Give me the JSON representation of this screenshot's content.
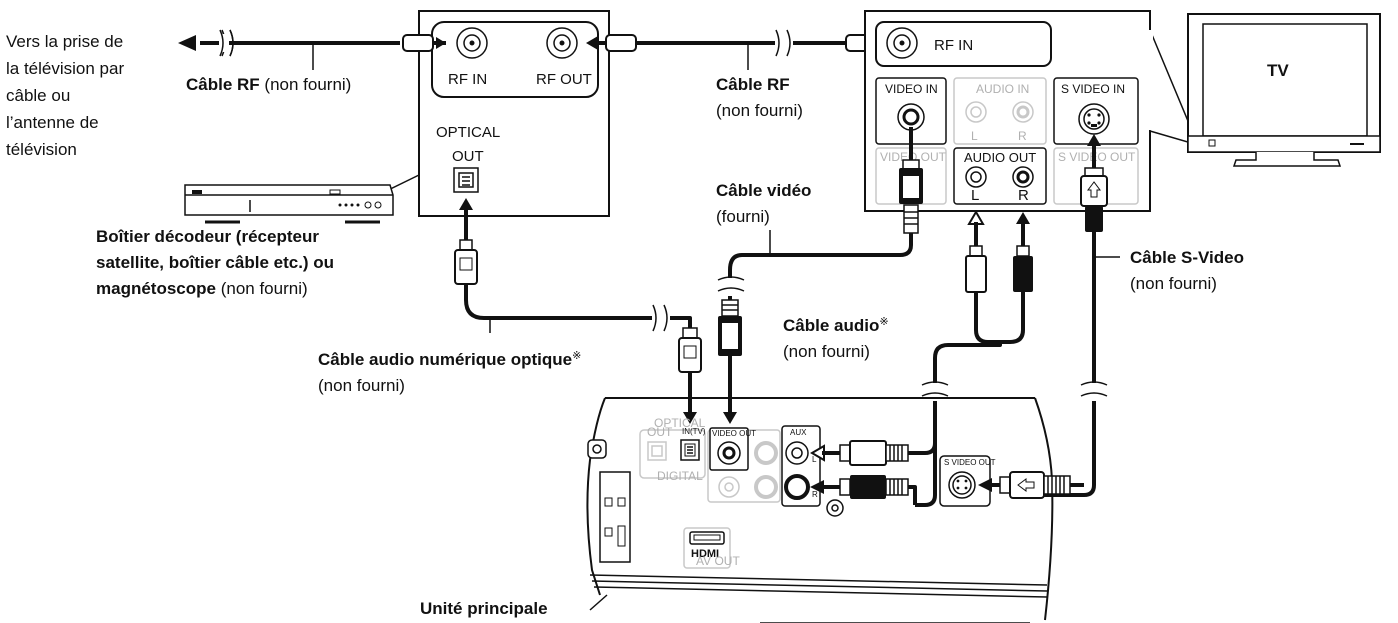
{
  "labels": {
    "vers_line1": "Vers la prise de",
    "vers_line2": "la télévision par",
    "vers_line3": "câble ou",
    "vers_line4": "l’antenne de",
    "vers_line5": "télévision",
    "rf_cable_1_bold": "Câble RF",
    "rf_cable_1_rest": " (non fourni)",
    "rf_in": "RF IN",
    "rf_out": "RF OUT",
    "optical": "OPTICAL",
    "out": "OUT",
    "rf_cable_2_bold": "Câble RF",
    "rf_cable_2_rest": "(non fourni)",
    "tv_rf_in": "RF IN",
    "tv_video_in": "VIDEO IN",
    "tv_audio_in": "AUDIO IN",
    "tv_s_video_in": "S VIDEO IN",
    "tv_video_out": "VIDEO OUT",
    "tv_audio_out": "AUDIO OUT",
    "tv_s_video_out": "S VIDEO OUT",
    "letter_l": "L",
    "letter_r": "R",
    "tv": "TV",
    "video_cable_bold": "Câble vidéo",
    "video_cable_rest": "(fourni)",
    "decoder_line1": "Boîtier décodeur (récepteur",
    "decoder_line2": "satellite, boîtier câble etc.) ou",
    "decoder_line3_bold": "magnétoscope",
    "decoder_line3_rest": " (non fourni)",
    "svideo_cable_bold": "Câble S-Video",
    "svideo_cable_rest": "(non fourni)",
    "audio_cable_bold": "Câble audio",
    "audio_cable_rest": "(non fourni)",
    "optical_cable_bold": "Câble audio numérique optique",
    "optical_cable_rest": "(non fourni)",
    "asterisk": "※",
    "unit_optical": "OPTICAL",
    "unit_out": "OUT",
    "unit_in_tv": "IN(TV)",
    "unit_digital": "DIGITAL",
    "unit_video_out": "VIDEO OUT",
    "unit_aux": "AUX",
    "unit_s_video_out": "S VIDEO OUT",
    "unit_hdmi": "HDMI",
    "unit_av_out": "AV OUT",
    "main_unit": "Unité principale"
  }
}
